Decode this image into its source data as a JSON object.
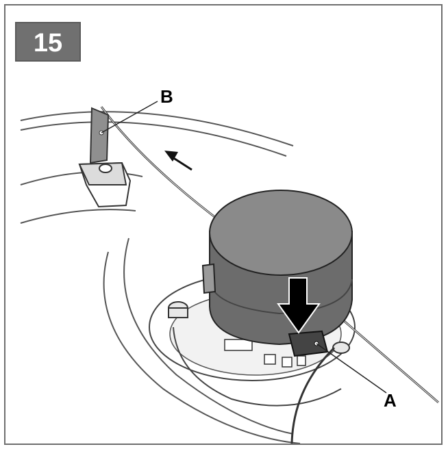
{
  "step_number": "15",
  "callouts": {
    "a": "A",
    "b": "B"
  },
  "colors": {
    "frame": "#6e6e6e",
    "badge": "#707070",
    "spool_top": "#8a8a8a",
    "spool_side": "#6c6c6c",
    "arrow": "#000000"
  }
}
